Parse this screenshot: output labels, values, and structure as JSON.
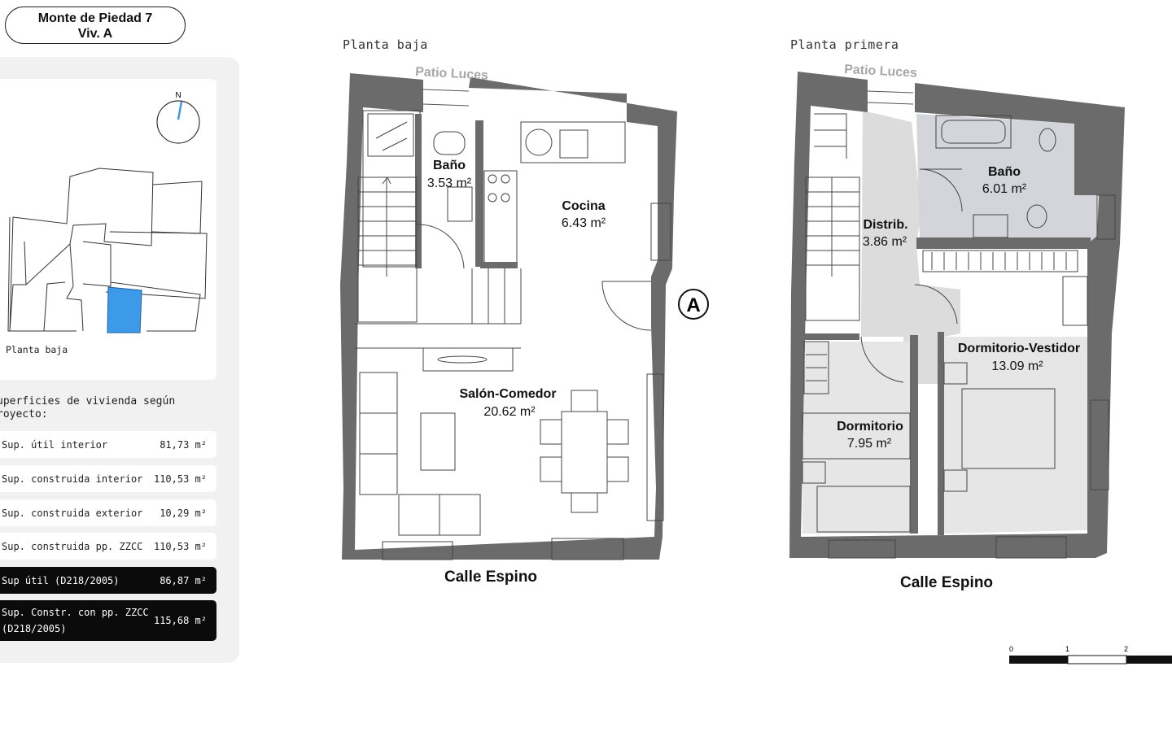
{
  "header": {
    "building": "Monte de Piedad 7",
    "unit": "Viv. A"
  },
  "location_map": {
    "north_label": "N",
    "caption": "Planta baja",
    "highlight_color": "#3d9ae8"
  },
  "surfaces": {
    "title": "uperficies de vivienda según\nroyecto:",
    "rows": [
      {
        "label": "Sup. útil interior",
        "value": "81,73 m²",
        "dark": false
      },
      {
        "label": "Sup. construida interior",
        "value": "110,53 m²",
        "dark": false
      },
      {
        "label": "Sup. construida exterior",
        "value": "10,29 m²",
        "dark": false
      },
      {
        "label": "Sup. construida pp. ZZCC",
        "value": "110,53 m²",
        "dark": false
      },
      {
        "label": "Sup útil (D218/2005)",
        "value": "86,87 m²",
        "dark": true
      },
      {
        "label": "Sup. Constr. con pp. ZZCC\n(D218/2005)",
        "value": "115,68 m²",
        "dark": true
      }
    ]
  },
  "ground_floor": {
    "title": "Planta baja",
    "patio": "Patio Luces",
    "street": "Calle Espino",
    "entrance_marker": "A",
    "rooms": [
      {
        "name": "Baño",
        "area": "3.53 m²"
      },
      {
        "name": "Cocina",
        "area": "6.43 m²"
      },
      {
        "name": "Salón-Comedor",
        "area": "20.62 m²"
      }
    ]
  },
  "first_floor": {
    "title": "Planta primera",
    "patio": "Patio Luces",
    "street": "Calle Espino",
    "rooms": [
      {
        "name": "Baño",
        "area": "6.01 m²"
      },
      {
        "name": "Distrib.",
        "area": "3.86 m²"
      },
      {
        "name": "Dormitorio-Vestidor",
        "area": "13.09 m²"
      },
      {
        "name": "Dormitorio",
        "area": "7.95 m²"
      }
    ]
  },
  "scale_bar": {
    "ticks": [
      "0",
      "1",
      "2"
    ]
  },
  "colors": {
    "wall": "#6b6b6b",
    "circulation": "#dcdcdc",
    "bath_first": "#d3d5db",
    "bedroom": "#e6e6e6"
  }
}
